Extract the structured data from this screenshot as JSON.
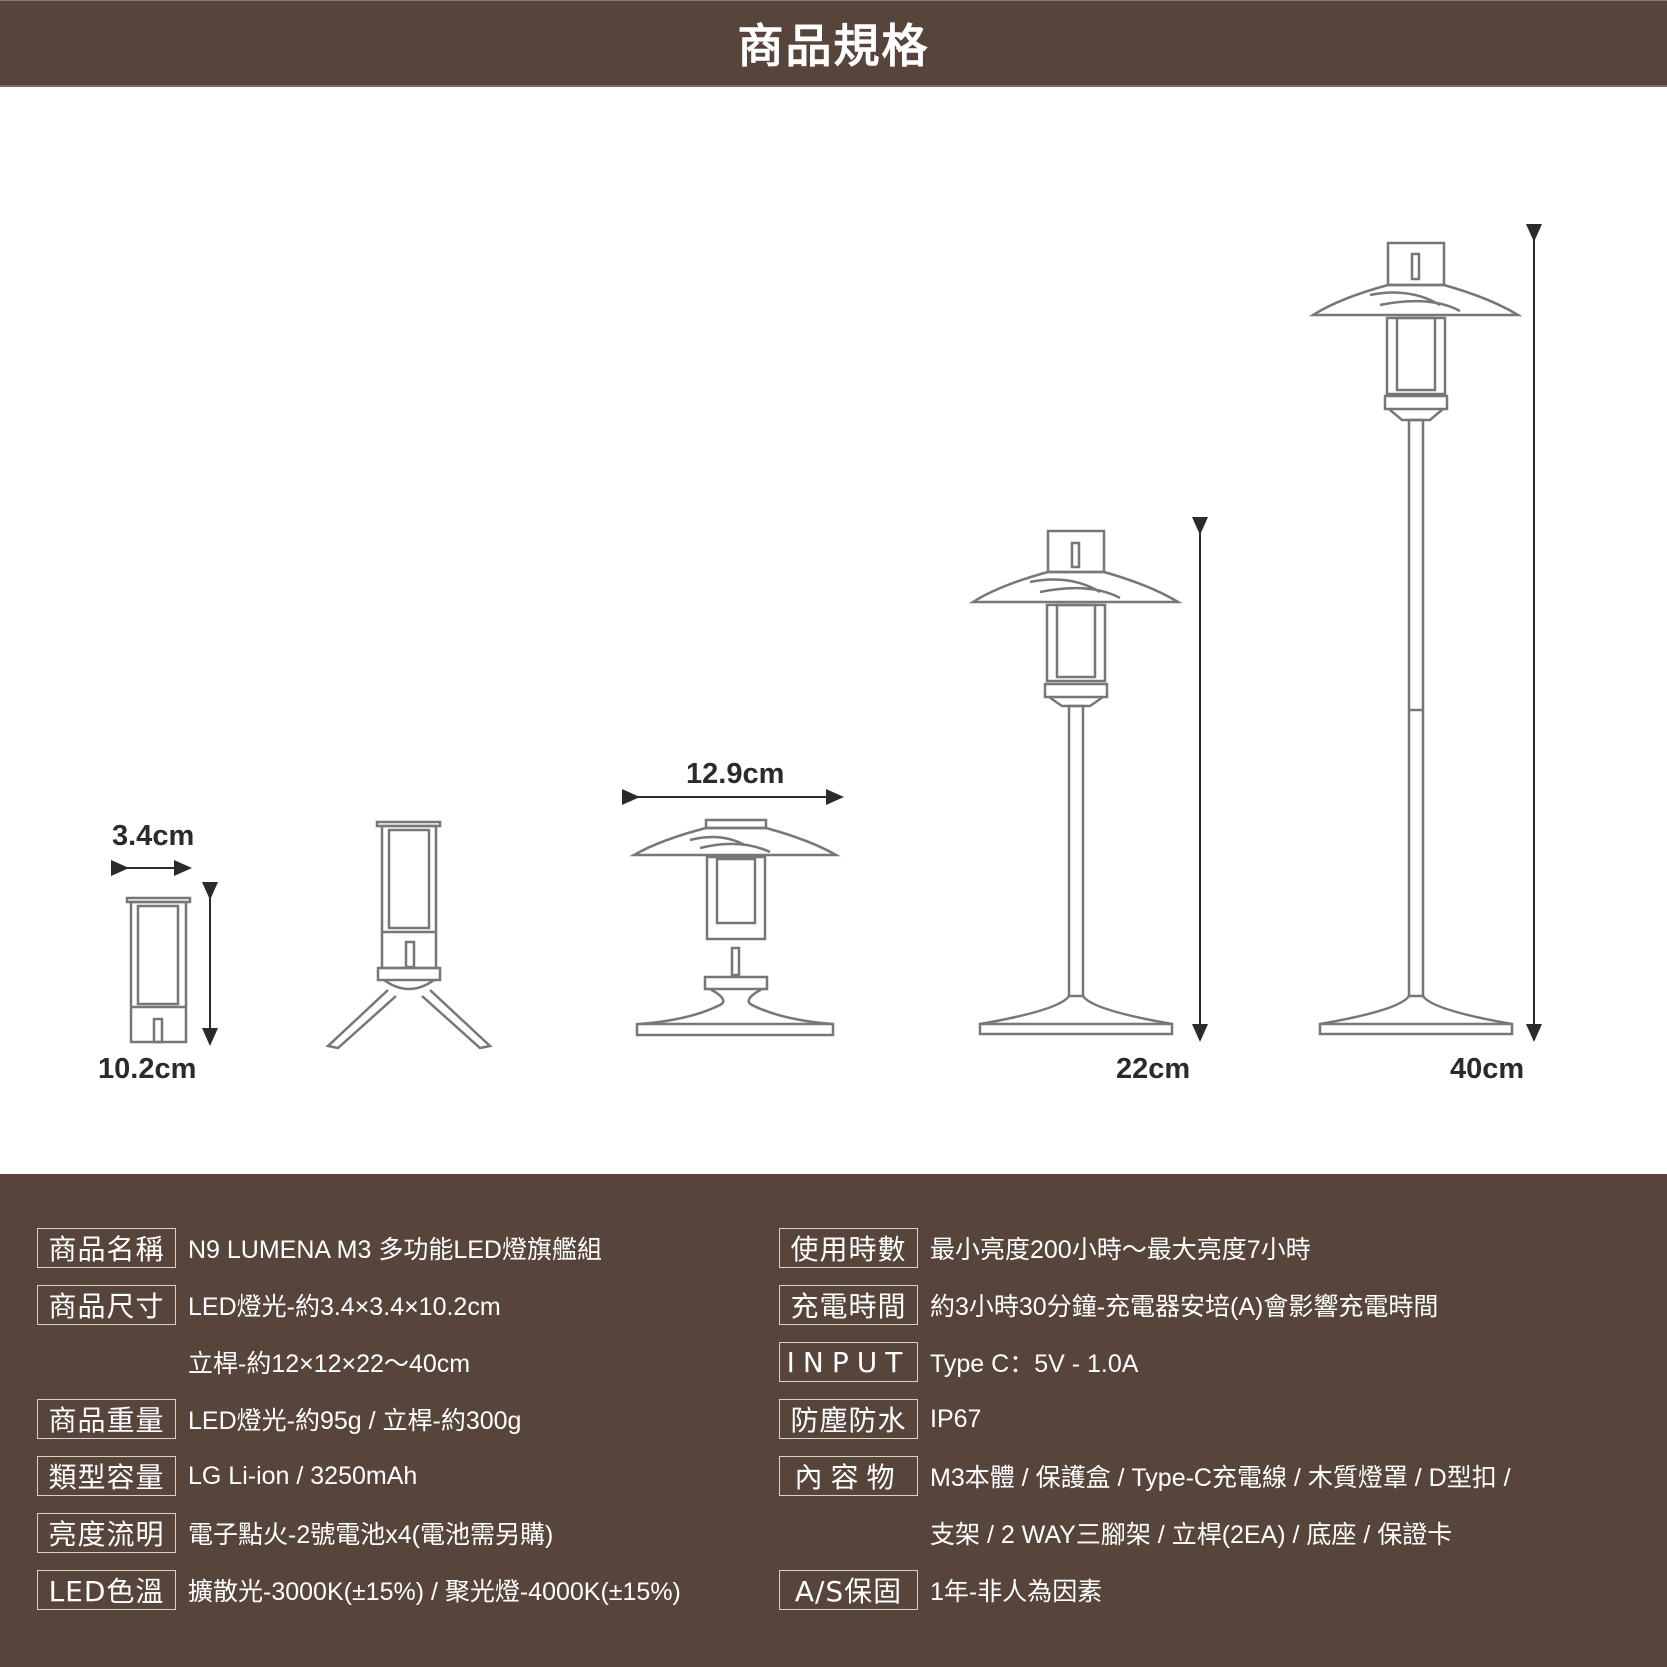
{
  "header": {
    "title": "商品規格"
  },
  "colors": {
    "brand_brown": "#57453b",
    "line_gray": "#777777",
    "text_dark": "#2b2b2b",
    "background": "#ffffff"
  },
  "diagram": {
    "labels": {
      "lantern_width": "3.4cm",
      "lantern_height": "10.2cm",
      "shade_width": "12.9cm",
      "pole_short_height": "22cm",
      "pole_tall_height": "40cm"
    },
    "figures": [
      "lantern-standalone",
      "lantern-on-tripod",
      "lantern-with-shade-on-base",
      "lantern-on-short-pole",
      "lantern-on-tall-pole"
    ]
  },
  "specs": {
    "left": [
      {
        "label": "商品名稱",
        "value": "N9 LUMENA M3 多功能LED燈旗艦組"
      },
      {
        "label": "商品尺寸",
        "value": "LED燈光-約3.4×3.4×10.2cm"
      },
      {
        "label": "",
        "value": "立桿-約12×12×22～40cm"
      },
      {
        "label": "商品重量",
        "value": "LED燈光-約95g / 立桿-約300g"
      },
      {
        "label": "類型容量",
        "value": "LG Li-ion / 3250mAh"
      },
      {
        "label": "亮度流明",
        "value": "電子點火-2號電池x4(電池需另購)"
      },
      {
        "label": "LED色溫",
        "value": "擴散光-3000K(±15%) / 聚光燈-4000K(±15%)"
      }
    ],
    "right": [
      {
        "label": "使用時數",
        "value": "最小亮度200小時～最大亮度7小時"
      },
      {
        "label": "充電時間",
        "value": "約3小時30分鐘-充電器安培(A)會影響充電時間"
      },
      {
        "label": "INPUT",
        "value": "Type C：5V - 1.0A"
      },
      {
        "label": "防塵防水",
        "value": "IP67"
      },
      {
        "label": "內容物",
        "value": "M3本體 / 保護盒 / Type-C充電線 / 木質燈罩 / D型扣 /"
      },
      {
        "label": "",
        "value": "支架 / 2 WAY三腳架 / 立桿(2EA) / 底座 / 保證卡"
      },
      {
        "label": "A/S保固",
        "value": "1年-非人為因素"
      }
    ]
  }
}
